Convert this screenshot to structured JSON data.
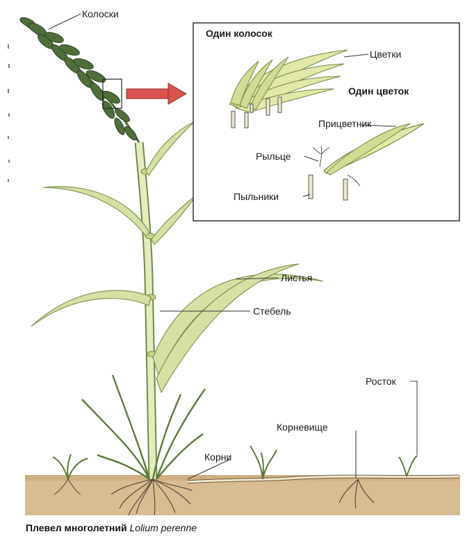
{
  "labels": {
    "spikelets": "Колоски",
    "one_spikelet": "Один колосок",
    "flowers": "Цветки",
    "one_flower": "Один цветок",
    "bract": "Прицветник",
    "stigma": "Рыльце",
    "anthers": "Пыльники",
    "leaves": "Листья",
    "stem": "Стебель",
    "sprout": "Росток",
    "rhizome": "Корневище",
    "roots": "Корни"
  },
  "caption": {
    "common": "Плевел многолетний",
    "latin": "Lolium perenne"
  },
  "colors": {
    "leaf_light": "#dfe6b0",
    "leaf_mid": "#c8d48a",
    "leaf_dark": "#9aae5a",
    "spike_dark": "#3f5a36",
    "soil": "#d2b48a",
    "arrow": "#d9534f",
    "stamen": "#efe6c8"
  }
}
